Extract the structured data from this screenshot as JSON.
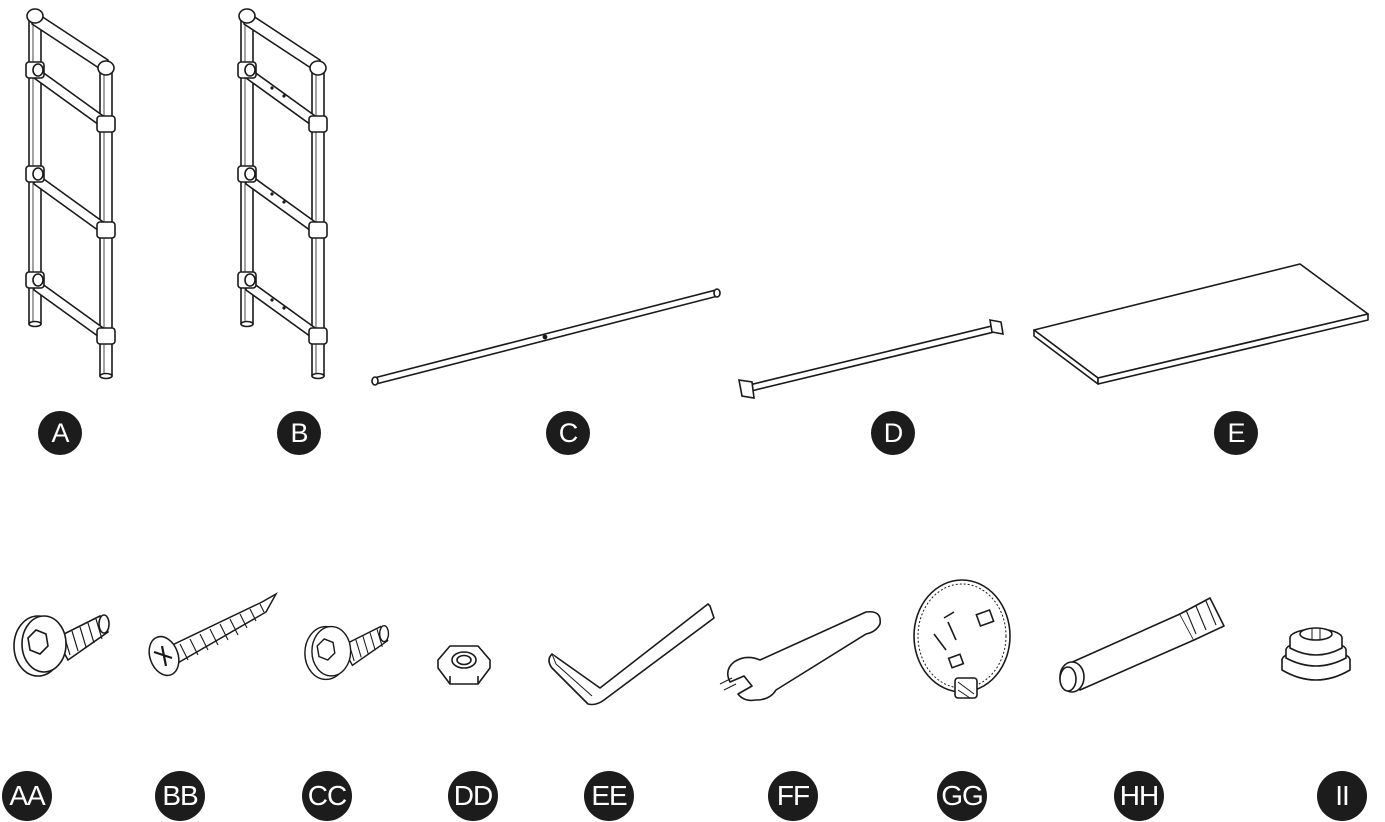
{
  "parts": [
    {
      "label": "A",
      "type": "side-frame"
    },
    {
      "label": "B",
      "type": "side-frame"
    },
    {
      "label": "C",
      "type": "long-rod"
    },
    {
      "label": "D",
      "type": "bracket-bar"
    },
    {
      "label": "E",
      "type": "shelf-board"
    }
  ],
  "hardware": [
    {
      "label": "AA",
      "type": "hex-socket-bolt"
    },
    {
      "label": "BB",
      "type": "phillips-wood-screw"
    },
    {
      "label": "CC",
      "type": "short-hex-socket-bolt"
    },
    {
      "label": "DD",
      "type": "hex-nut"
    },
    {
      "label": "EE",
      "type": "allen-key"
    },
    {
      "label": "FF",
      "type": "open-end-wrench"
    },
    {
      "label": "GG",
      "type": "anti-tip-kit"
    },
    {
      "label": "HH",
      "type": "dowel-connector"
    },
    {
      "label": "II",
      "type": "foot-cap"
    }
  ],
  "colors": {
    "line": "#1a1a1a",
    "badge": "#1c1c1c",
    "badge_text": "#ffffff",
    "background": "#ffffff"
  }
}
